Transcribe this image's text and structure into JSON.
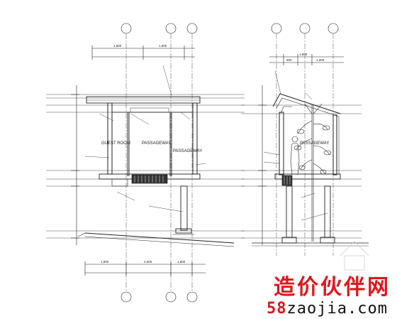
{
  "left_section": {
    "grid_bubbles": [
      "",
      "",
      ""
    ],
    "room_labels": {
      "guest_room": "GUEST ROOM",
      "passageway_1": "PASSAGEWAY",
      "passageway_2": "PASSAGEWAY"
    },
    "dims_top": [
      "1,500",
      "1,600"
    ],
    "dims_bottom": [
      "1,600",
      "2,000",
      "1,800"
    ]
  },
  "right_section": {
    "grid_bubbles": [
      "",
      "",
      ""
    ],
    "room_labels": {
      "passageway": "PASSAGEWAY"
    },
    "dims_top": [
      "1,600",
      "500",
      "1,200"
    ]
  },
  "watermark": {
    "brand": "造价伙伴网",
    "url_digits": "58",
    "url_rest": "zaojia.com"
  },
  "colors": {
    "line": "#222222",
    "watermark_red": "#e0161b"
  }
}
